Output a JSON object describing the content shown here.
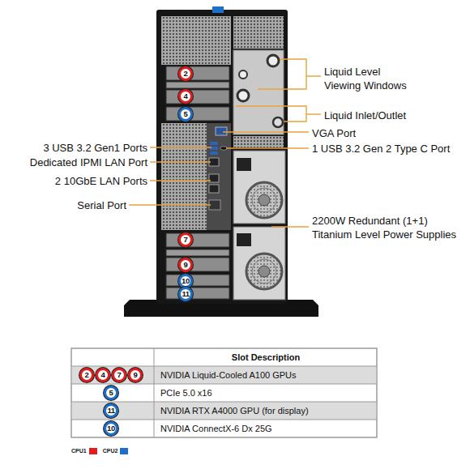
{
  "diagram": {
    "labels": [
      "2",
      "4",
      "5",
      "Liquid Level Viewing Windows",
      "Liquid Inlet/Outlet",
      "VGA Port",
      "3 USB 3.2 Gen1 Ports",
      "1 USB 3.2 Gen 2 Type C Port",
      "Dedicated IPMI LAN Port",
      "2 10GbE LAN Ports",
      "Serial Port",
      "2200W Redundant (1+1) Titanium Level Power Supplies",
      "7",
      "9",
      "10",
      "11",
      "Slot Description",
      "2",
      "4",
      "7",
      "9",
      "NVIDIA Liquid-Cooled A100 GPUs",
      "5",
      "PCIe 5.0 x16",
      "11",
      "NVIDIA RTX A4000 GPU (for display)",
      "10",
      "NVIDIA ConnectX-6 Dx 25G"
    ],
    "legend": [
      {
        "text": "CPU1",
        "color": "#e21d1d"
      },
      {
        "text": "CPU2",
        "color": "#1e6fc8"
      }
    ]
  }
}
